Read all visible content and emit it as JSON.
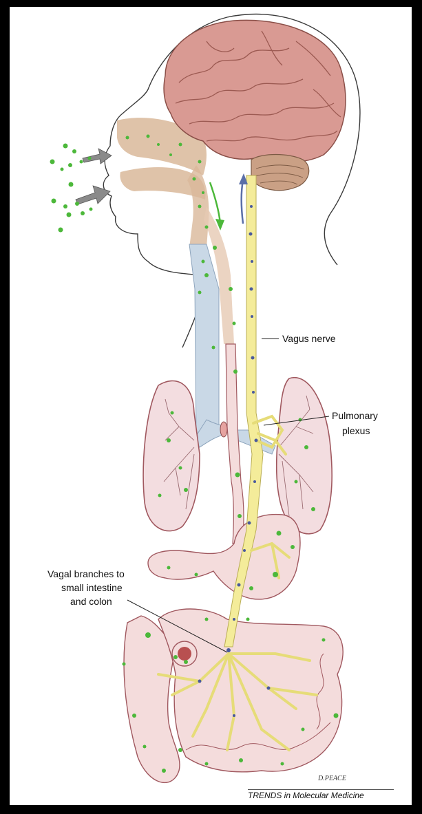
{
  "labels": {
    "vagus": "Vagus nerve",
    "pulmonary_line1": "Pulmonary",
    "pulmonary_line2": "plexus",
    "vagal_line1": "Vagal branches to",
    "vagal_line2": "small intestine",
    "vagal_line3": "and colon"
  },
  "signature": "D.PEACE",
  "footer": "TRENDS in Molecular Medicine",
  "colors": {
    "background": "#000000",
    "panel": "#ffffff",
    "brain": "#d99a93",
    "nasal": "#d9b89a",
    "trachea": "#c9d8e6",
    "lung": "#f3dde0",
    "vagus": "#f4ec9a",
    "particle": "#4cb83a",
    "signal_dot": "#4a5a9c",
    "airflow_arrow": "#7f7f7f",
    "down_arrow": "#4cb83a",
    "up_arrow": "#5b6fa8"
  }
}
